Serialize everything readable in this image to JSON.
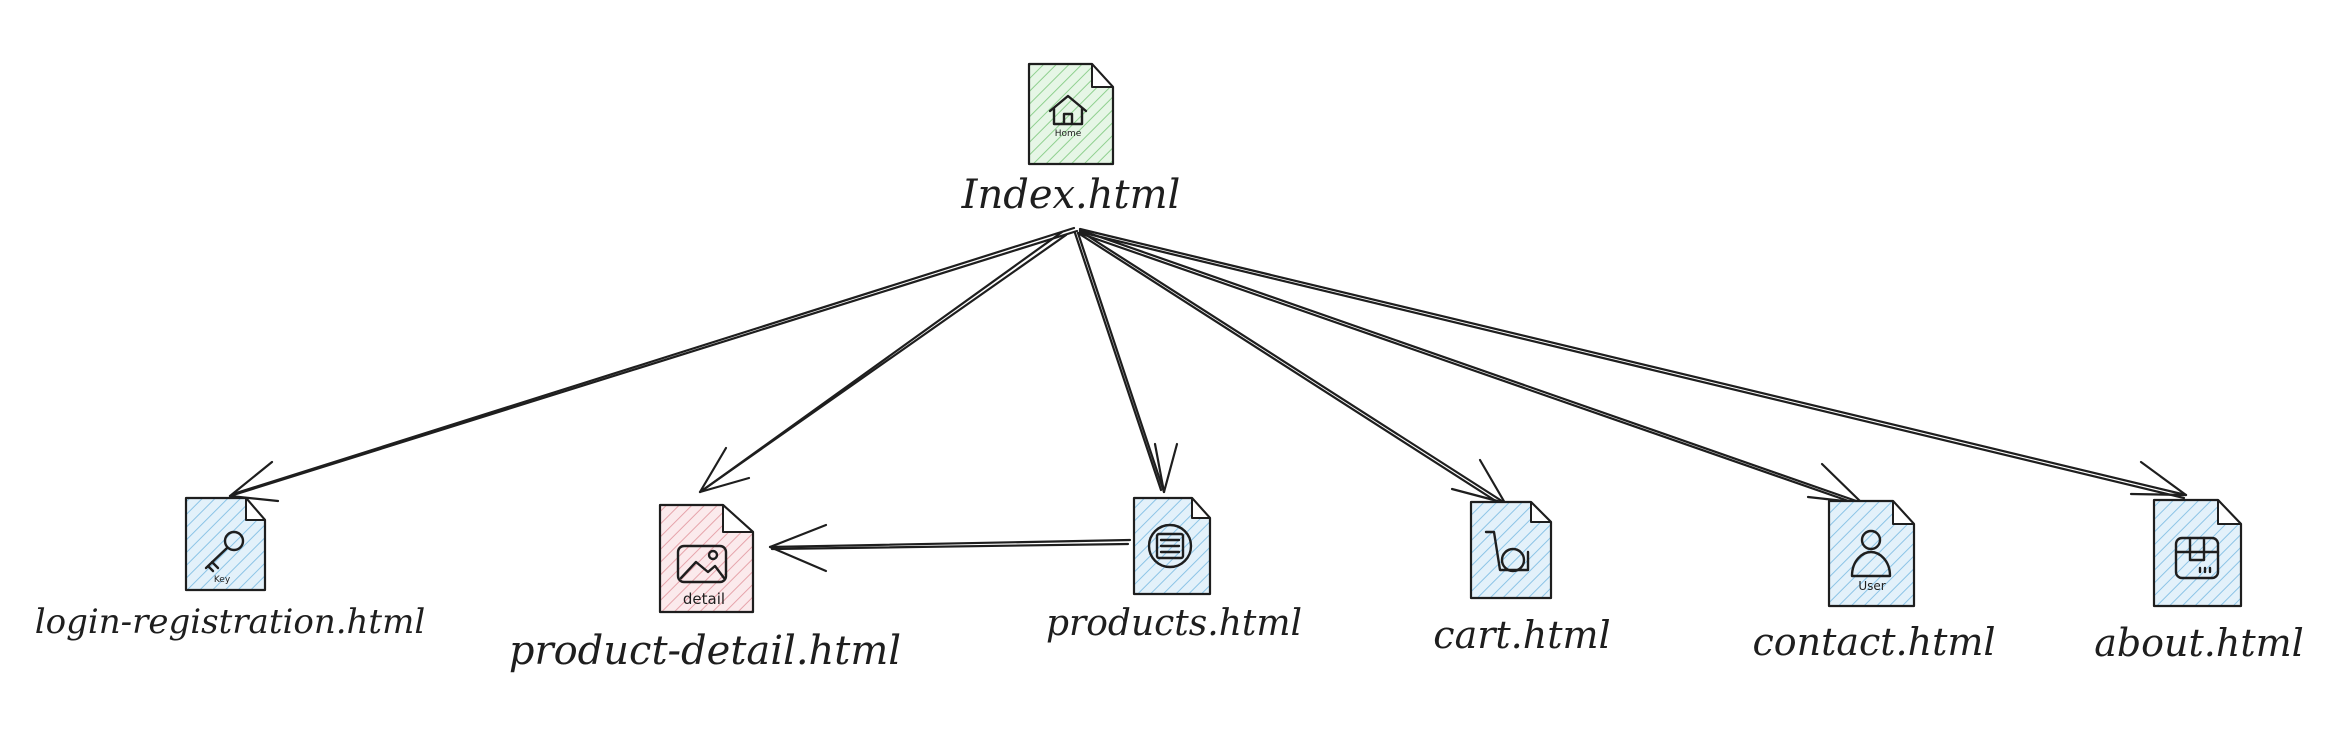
{
  "nodes": {
    "index": {
      "label": "Index.html",
      "icon": "home-icon",
      "icon_label": "Home",
      "color": "#d8f3d8"
    },
    "login": {
      "label": "login-registration.html",
      "icon": "key-icon",
      "icon_label": "Key",
      "color": "#cfe8f7"
    },
    "detail": {
      "label": "product-detail.html",
      "icon": "image-icon",
      "icon_label": "detail",
      "color": "#f6dcdf"
    },
    "products": {
      "label": "products.html",
      "icon": "list-icon",
      "icon_label": "",
      "color": "#cfe8f7"
    },
    "cart": {
      "label": "cart.html",
      "icon": "cart-icon",
      "icon_label": "",
      "color": "#cfe8f7"
    },
    "contact": {
      "label": "contact.html",
      "icon": "user-icon",
      "icon_label": "User",
      "color": "#cfe8f7"
    },
    "about": {
      "label": "about.html",
      "icon": "package-icon",
      "icon_label": "",
      "color": "#cfe8f7"
    }
  },
  "edges": [
    {
      "from": "index",
      "to": "login"
    },
    {
      "from": "index",
      "to": "detail"
    },
    {
      "from": "index",
      "to": "products"
    },
    {
      "from": "index",
      "to": "cart"
    },
    {
      "from": "index",
      "to": "contact"
    },
    {
      "from": "index",
      "to": "about"
    },
    {
      "from": "products",
      "to": "detail"
    }
  ]
}
